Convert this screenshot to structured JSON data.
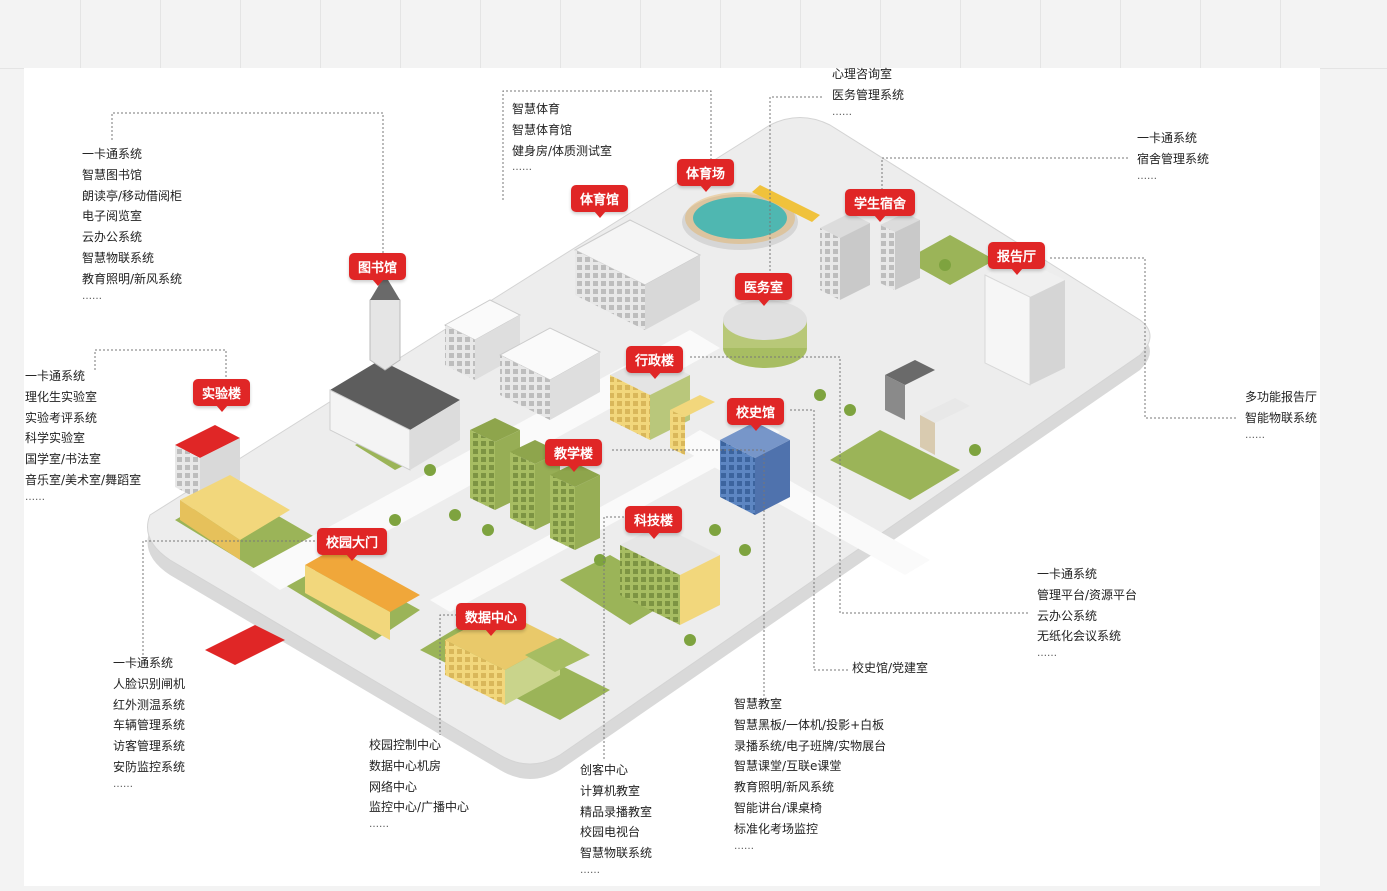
{
  "buildings": [
    {
      "id": "library",
      "label": "图书馆"
    },
    {
      "id": "gym",
      "label": "体育馆"
    },
    {
      "id": "stadium",
      "label": "体育场"
    },
    {
      "id": "dorm",
      "label": "学生宿舍"
    },
    {
      "id": "auditorium",
      "label": "报告厅"
    },
    {
      "id": "clinic",
      "label": "医务室"
    },
    {
      "id": "admin",
      "label": "行政楼"
    },
    {
      "id": "lab",
      "label": "实验楼"
    },
    {
      "id": "history",
      "label": "校史馆"
    },
    {
      "id": "teaching",
      "label": "教学楼"
    },
    {
      "id": "tech",
      "label": "科技楼"
    },
    {
      "id": "gate",
      "label": "校园大门"
    },
    {
      "id": "datacenter",
      "label": "数据中心"
    }
  ],
  "annotations": {
    "library": {
      "items": [
        "一卡通系统",
        "智慧图书馆",
        "朗读亭/移动借阅柜",
        "电子阅览室",
        "云办公系统",
        "智慧物联系统",
        "教育照明/新风系统"
      ],
      "more": "……"
    },
    "gym": {
      "items": [
        "智慧体育",
        "智慧体育馆",
        "健身房/体质测试室"
      ],
      "more": "……"
    },
    "clinic": {
      "items": [
        "心理咨询室",
        "医务管理系统"
      ],
      "more": "……"
    },
    "dorm": {
      "items": [
        "一卡通系统",
        "宿舍管理系统"
      ],
      "more": "……"
    },
    "auditorium": {
      "items": [
        "多功能报告厅",
        "智能物联系统"
      ],
      "more": "……"
    },
    "lab": {
      "items": [
        "一卡通系统",
        "理化生实验室",
        "实验考评系统",
        "科学实验室",
        "国学室/书法室",
        "音乐室/美术室/舞蹈室"
      ],
      "more": "……"
    },
    "admin": {
      "items": [
        "一卡通系统",
        "管理平台/资源平台",
        "云办公系统",
        "无纸化会议系统"
      ],
      "more": "……"
    },
    "history": {
      "items": [
        "校史馆/党建室"
      ]
    },
    "gate": {
      "items": [
        "一卡通系统",
        "人脸识别闸机",
        "红外测温系统",
        "车辆管理系统",
        "访客管理系统",
        "安防监控系统"
      ],
      "more": "……"
    },
    "datacenter": {
      "items": [
        "校园控制中心",
        "数据中心机房",
        "网络中心",
        "监控中心/广播中心"
      ],
      "more": "……"
    },
    "tech": {
      "items": [
        "创客中心",
        "计算机教室",
        "精品录播教室",
        "校园电视台",
        "智慧物联系统"
      ],
      "more": "……"
    },
    "teaching": {
      "items": [
        "智慧教室",
        "智慧黑板/一体机/投影+白板",
        "录播系统/电子班牌/实物展台",
        "智慧课堂/互联e课堂",
        "教育照明/新风系统",
        "智能讲台/课桌椅",
        "标准化考场监控"
      ],
      "more": "……"
    }
  },
  "colors": {
    "tag": "#e02626",
    "platform": "#ececec",
    "grass": "#9bb458",
    "road": "#f7f7f7",
    "water": "#4fb7b1",
    "track": "#e9a23a"
  }
}
